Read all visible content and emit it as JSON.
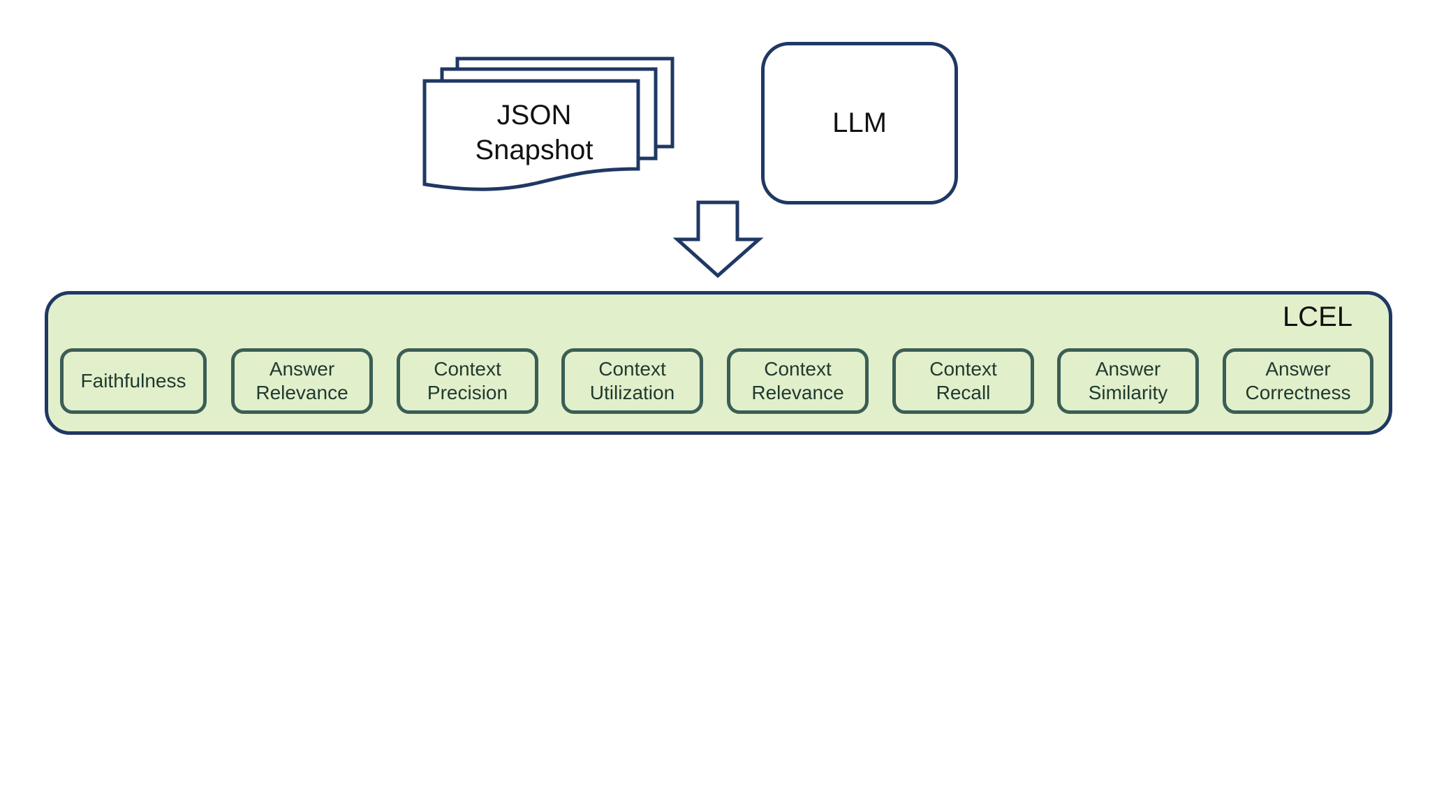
{
  "colors": {
    "outline": "#1f3864",
    "panel_fill": "#e2efcb",
    "metric_border": "#3b5e55",
    "metric_text": "#1e3a2f",
    "background": "#ffffff"
  },
  "inputs": {
    "snapshot": {
      "icon": "stacked-documents-icon",
      "line1": "JSON",
      "line2": "Snapshot"
    },
    "llm": {
      "label": "LLM"
    },
    "arrow": {
      "icon": "down-arrow-icon"
    }
  },
  "lcel": {
    "label": "LCEL",
    "metrics": [
      {
        "line1": "Faithfulness",
        "line2": ""
      },
      {
        "line1": "Answer",
        "line2": "Relevance"
      },
      {
        "line1": "Context",
        "line2": "Precision"
      },
      {
        "line1": "Context",
        "line2": "Utilization"
      },
      {
        "line1": "Context",
        "line2": "Relevance"
      },
      {
        "line1": "Context",
        "line2": "Recall"
      },
      {
        "line1": "Answer",
        "line2": "Similarity"
      },
      {
        "line1": "Answer",
        "line2": "Correctness"
      }
    ]
  }
}
